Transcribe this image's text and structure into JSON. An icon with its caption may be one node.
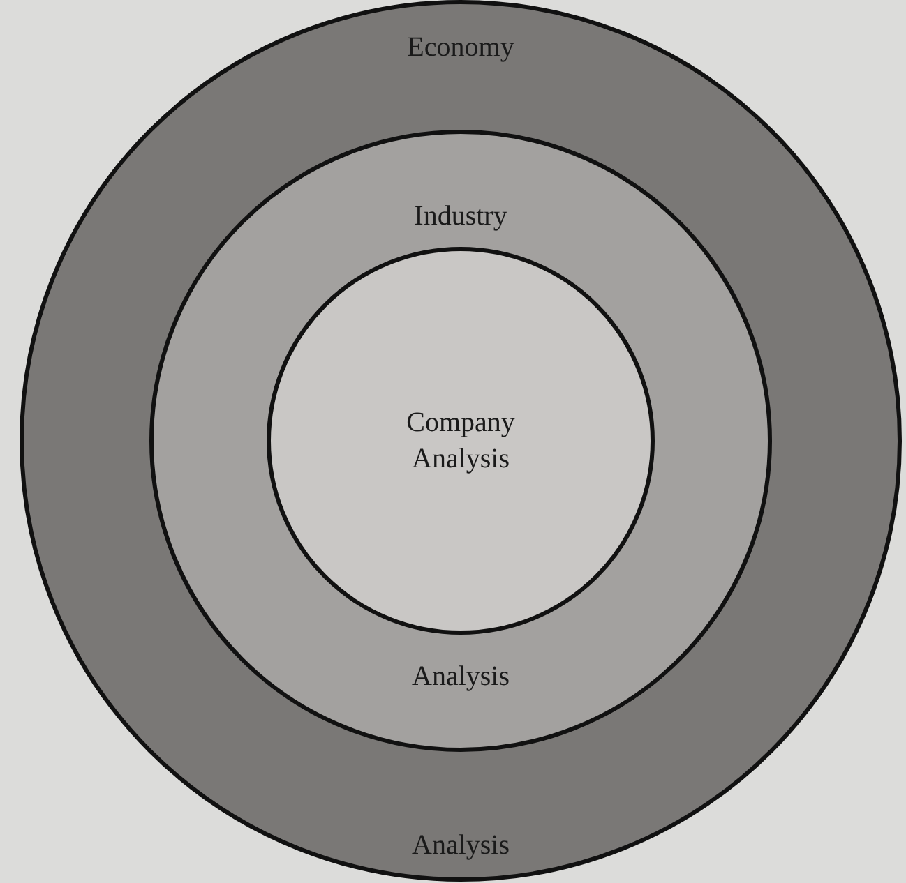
{
  "diagram": {
    "nodes": [
      {
        "text": [
          "Economy",
          "Analysis"
        ]
      },
      {
        "text": [
          "Industry",
          "Analysis"
        ],
        "in": 0
      },
      {
        "text": [
          "Company Analysis"
        ],
        "in": 1
      }
    ]
  }
}
